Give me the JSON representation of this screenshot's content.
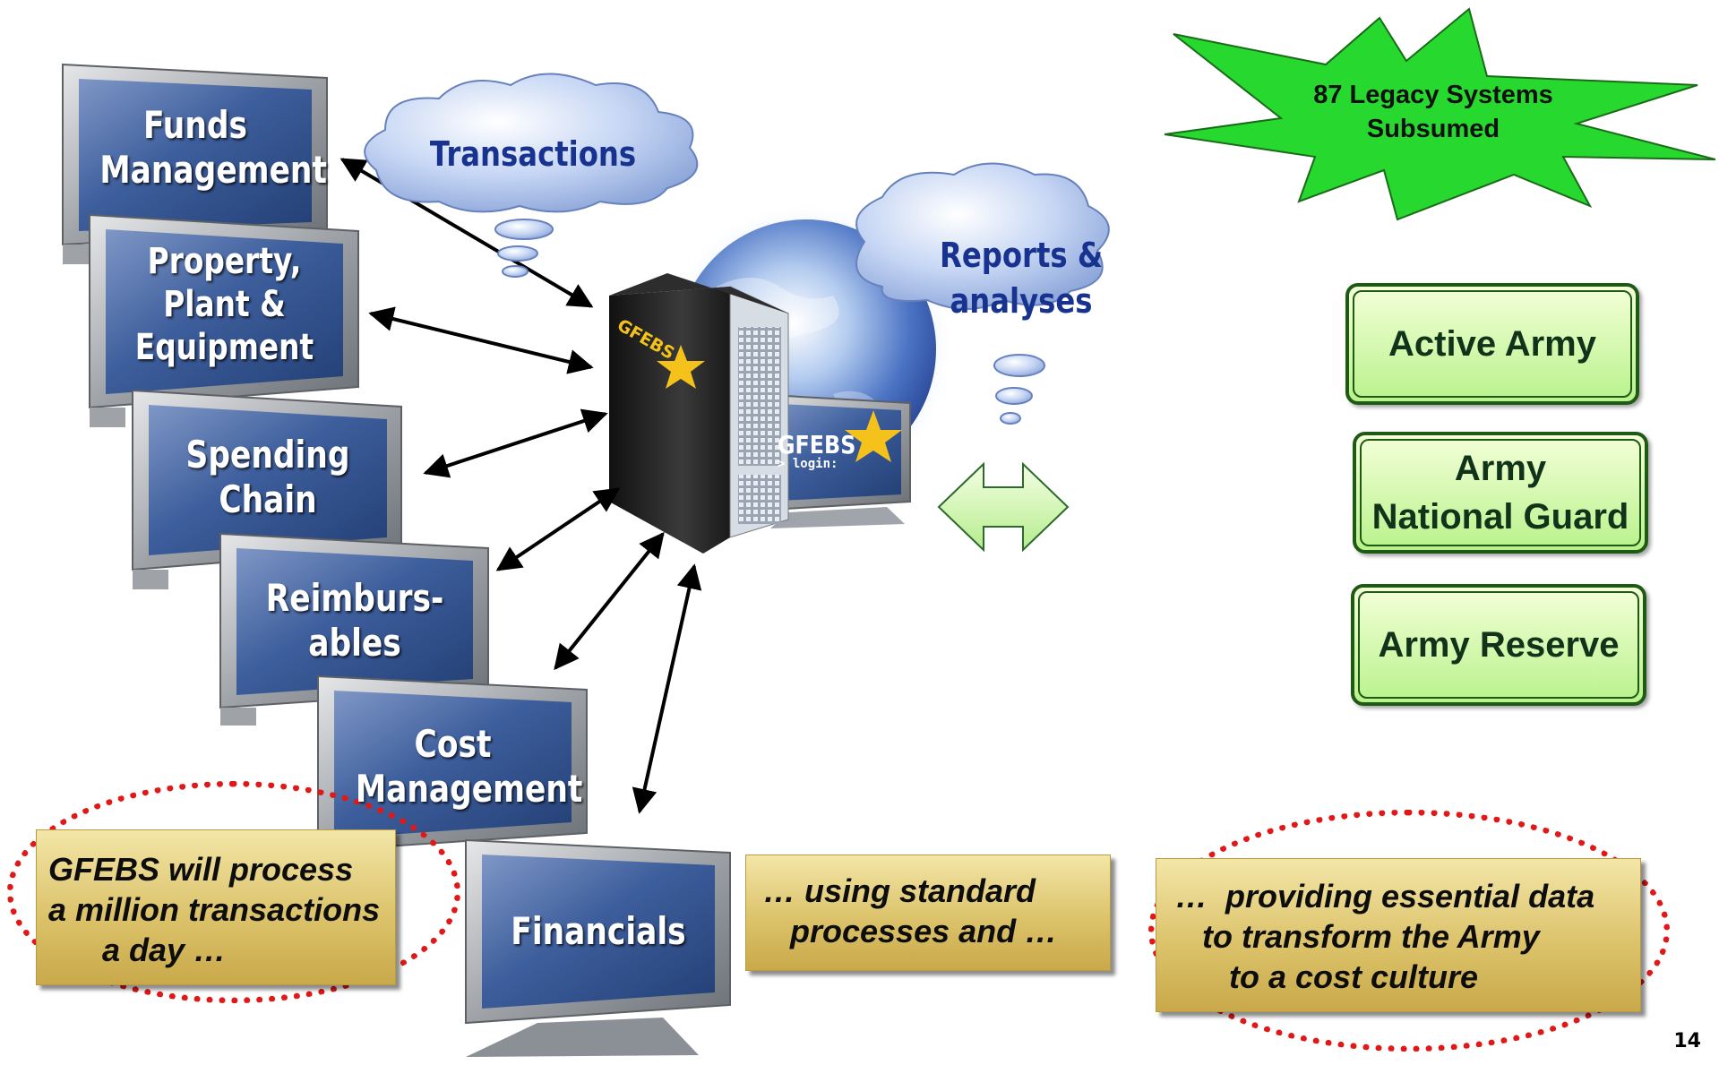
{
  "monitors": [
    {
      "id": "funds",
      "label": "Funds\nManagement"
    },
    {
      "id": "property",
      "label": "Property,\nPlant &\nEquipment"
    },
    {
      "id": "spending",
      "label": "Spending\nChain"
    },
    {
      "id": "reimb",
      "label": "Reimburs-\nables"
    },
    {
      "id": "cost",
      "label": "Cost\nManagement"
    },
    {
      "id": "financials",
      "label": "Financials"
    }
  ],
  "clouds": {
    "transactions": "Transactions",
    "reports": "Reports &\nanalyses"
  },
  "burst": "87 Legacy Systems\nSubsumed",
  "server_label": "GFEBS",
  "screen": {
    "brand": "GFEBS",
    "login": "> login:"
  },
  "components": [
    "Active Army",
    "Army\nNational Guard",
    "Army Reserve"
  ],
  "notes": {
    "million": "GFEBS will process\na million transactions\n      a day …",
    "standard": "… using standard\n   processes and …",
    "essential": "…  providing essential data\n   to transform the Army\n      to a cost culture"
  },
  "page_number": "14",
  "colors": {
    "cloud_fill": "#c6d6f4",
    "burst_fill": "#27d82f",
    "component_fill": "#c5f59a",
    "note_fill": "#dcc36b",
    "ellipse": "#e01818"
  }
}
